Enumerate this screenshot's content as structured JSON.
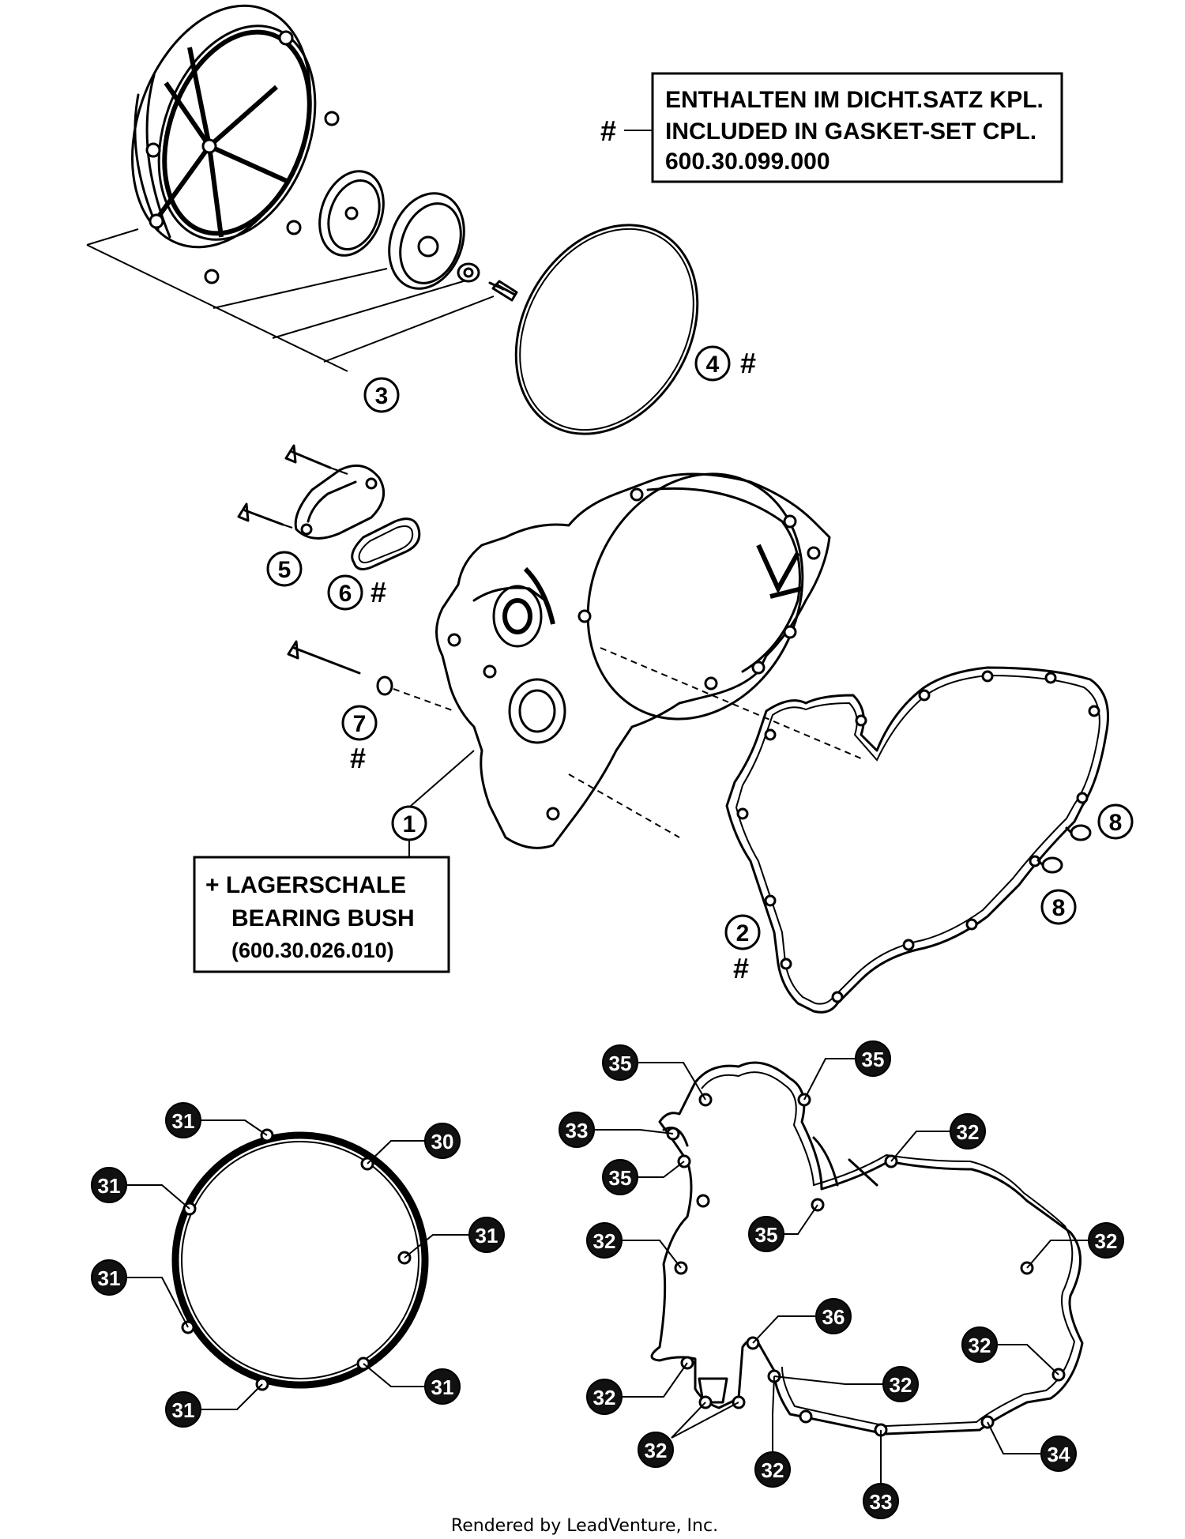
{
  "notes": {
    "gasket_set": {
      "hash": "#",
      "line1": "ENTHALTEN IM DICHT.SATZ KPL.",
      "line2": "INCLUDED IN GASKET-SET CPL.",
      "line3": "600.30.099.000"
    },
    "bearing": {
      "line1": "+ LAGERSCHALE",
      "line2": "BEARING BUSH",
      "line3": "(600.30.026.010)"
    }
  },
  "callouts": {
    "c1": "1",
    "c2": "2",
    "c3": "3",
    "c4": "4",
    "c5": "5",
    "c6": "6",
    "c7": "7",
    "c8a": "8",
    "c8b": "8"
  },
  "hash_marks": {
    "h2": "#",
    "h4": "#",
    "h6": "#",
    "h7": "#"
  },
  "round_gasket_callouts": {
    "a": "31",
    "b": "30",
    "c": "31",
    "d": "31",
    "e": "31",
    "f": "31",
    "g": "31"
  },
  "cover_gasket_callouts": {
    "a": "35",
    "b": "35",
    "c": "33",
    "d": "35",
    "e": "32",
    "f": "35",
    "g": "32",
    "h": "32",
    "i": "36",
    "j": "32",
    "k": "32",
    "l": "32",
    "m": "32",
    "n": "32",
    "o": "33",
    "p": "34"
  },
  "footer": "Rendered by LeadVenture, Inc."
}
